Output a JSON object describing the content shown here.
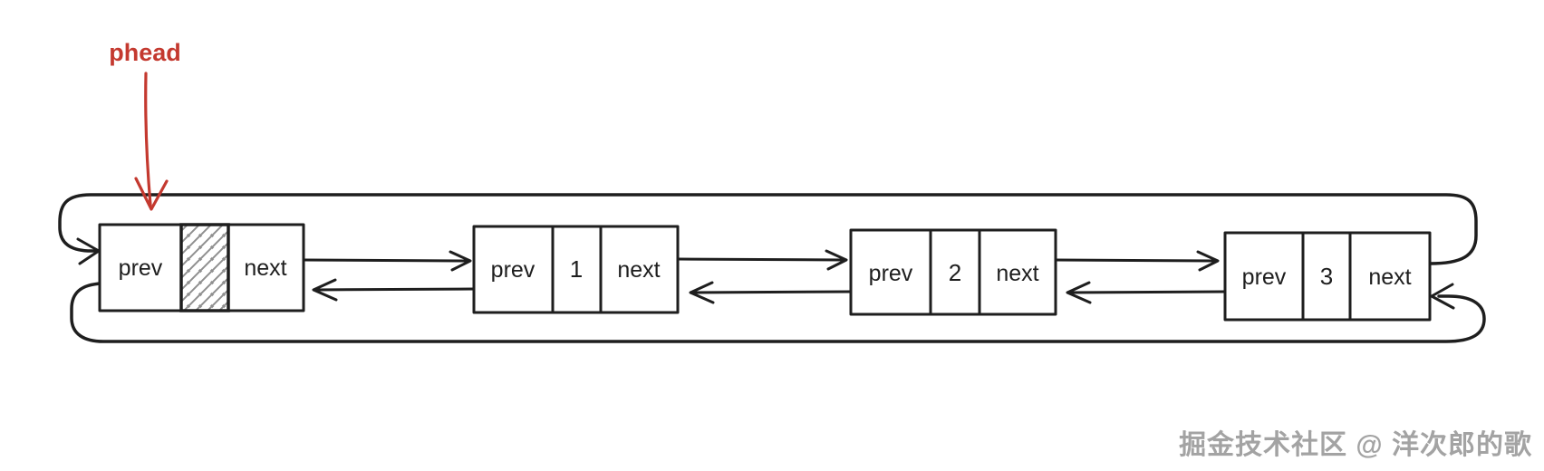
{
  "diagram": {
    "pointer_label": "phead",
    "nodes": [
      {
        "id": "head",
        "prev_label": "prev",
        "value": "",
        "next_label": "next",
        "hatched": true
      },
      {
        "id": "node1",
        "prev_label": "prev",
        "value": "1",
        "next_label": "next",
        "hatched": false
      },
      {
        "id": "node2",
        "prev_label": "prev",
        "value": "2",
        "next_label": "next",
        "hatched": false
      },
      {
        "id": "node3",
        "prev_label": "prev",
        "value": "3",
        "next_label": "next",
        "hatched": false
      }
    ],
    "colors": {
      "stroke": "#1e1e1e",
      "pointer": "#c4392f",
      "hatch": "#8f8f8f",
      "watermark": "#a3a3a3"
    }
  },
  "watermark": {
    "text": "掘金技术社区 @ 洋次郎的歌"
  }
}
